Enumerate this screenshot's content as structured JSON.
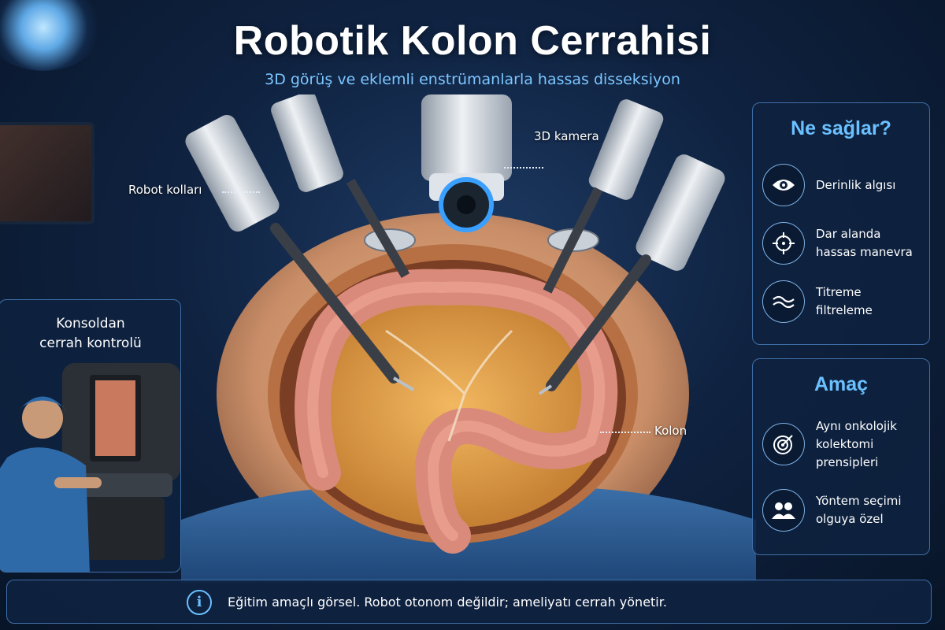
{
  "header": {
    "title": "Robotik Kolon Cerrahisi",
    "subtitle": "3D görüş ve eklemli enstrümanlarla hassas disseksiyon"
  },
  "callouts": {
    "robot_arms": "Robot kolları",
    "camera": "3D kamera",
    "colon": "Kolon"
  },
  "console": {
    "title": "Konsoldan\ncerrah kontrolü"
  },
  "benefits": {
    "title": "Ne sağlar?",
    "items": [
      {
        "icon": "eye-icon",
        "text": "Derinlik algısı"
      },
      {
        "icon": "crosshair-icon",
        "text": "Dar alanda\nhassas manevra"
      },
      {
        "icon": "wave-icon",
        "text": "Titreme\nfiltreleme"
      }
    ]
  },
  "goal": {
    "title": "Amaç",
    "items": [
      {
        "icon": "target-icon",
        "text": "Aynı onkolojik\nkolektomi\nprensipleri"
      },
      {
        "icon": "users-icon",
        "text": "Yöntem seçimi\nolguya özel"
      }
    ]
  },
  "footer": {
    "info_icon": "i",
    "note": "Eğitim amaçlı görsel. Robot otonom değildir; ameliyatı cerrah yönetir."
  },
  "colors": {
    "accent": "#6bc0ff",
    "panel_border": "#3f6fa8",
    "background": "#0f2240"
  }
}
